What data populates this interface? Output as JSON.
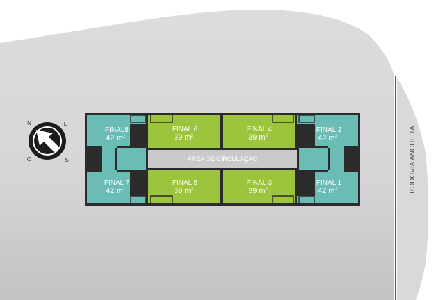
{
  "road": {
    "label": "RODOVIA ANCHIETA"
  },
  "corridor": {
    "label": "AREA DE CIRCULAÇÃO"
  },
  "compass": {
    "north": "N",
    "east": "L",
    "south": "S",
    "west": "O"
  },
  "colors": {
    "site": "#d4d5d7",
    "teal": "#6bbcb4",
    "green": "#9cc43c",
    "corridor": "#c9cacc",
    "outline": "#2b2b2b"
  },
  "units": [
    {
      "id": "final8",
      "name": "FINAL8",
      "area": "42 m",
      "unit_sup": "2"
    },
    {
      "id": "final6",
      "name": "FINAL 6",
      "area": "39 m",
      "unit_sup": "2"
    },
    {
      "id": "final4",
      "name": "FINAL 4",
      "area": "39 m",
      "unit_sup": "2"
    },
    {
      "id": "final2",
      "name": "FINAL 2",
      "area": "42 m",
      "unit_sup": "2"
    },
    {
      "id": "final7",
      "name": "FINAL 7",
      "area": "42 m",
      "unit_sup": "2"
    },
    {
      "id": "final5",
      "name": "FINAL 5",
      "area": "39 m",
      "unit_sup": "2"
    },
    {
      "id": "final3",
      "name": "FINAL 3",
      "area": "39 m",
      "unit_sup": "2"
    },
    {
      "id": "final1",
      "name": "FINAL 1",
      "area": "42 m",
      "unit_sup": "2"
    }
  ]
}
